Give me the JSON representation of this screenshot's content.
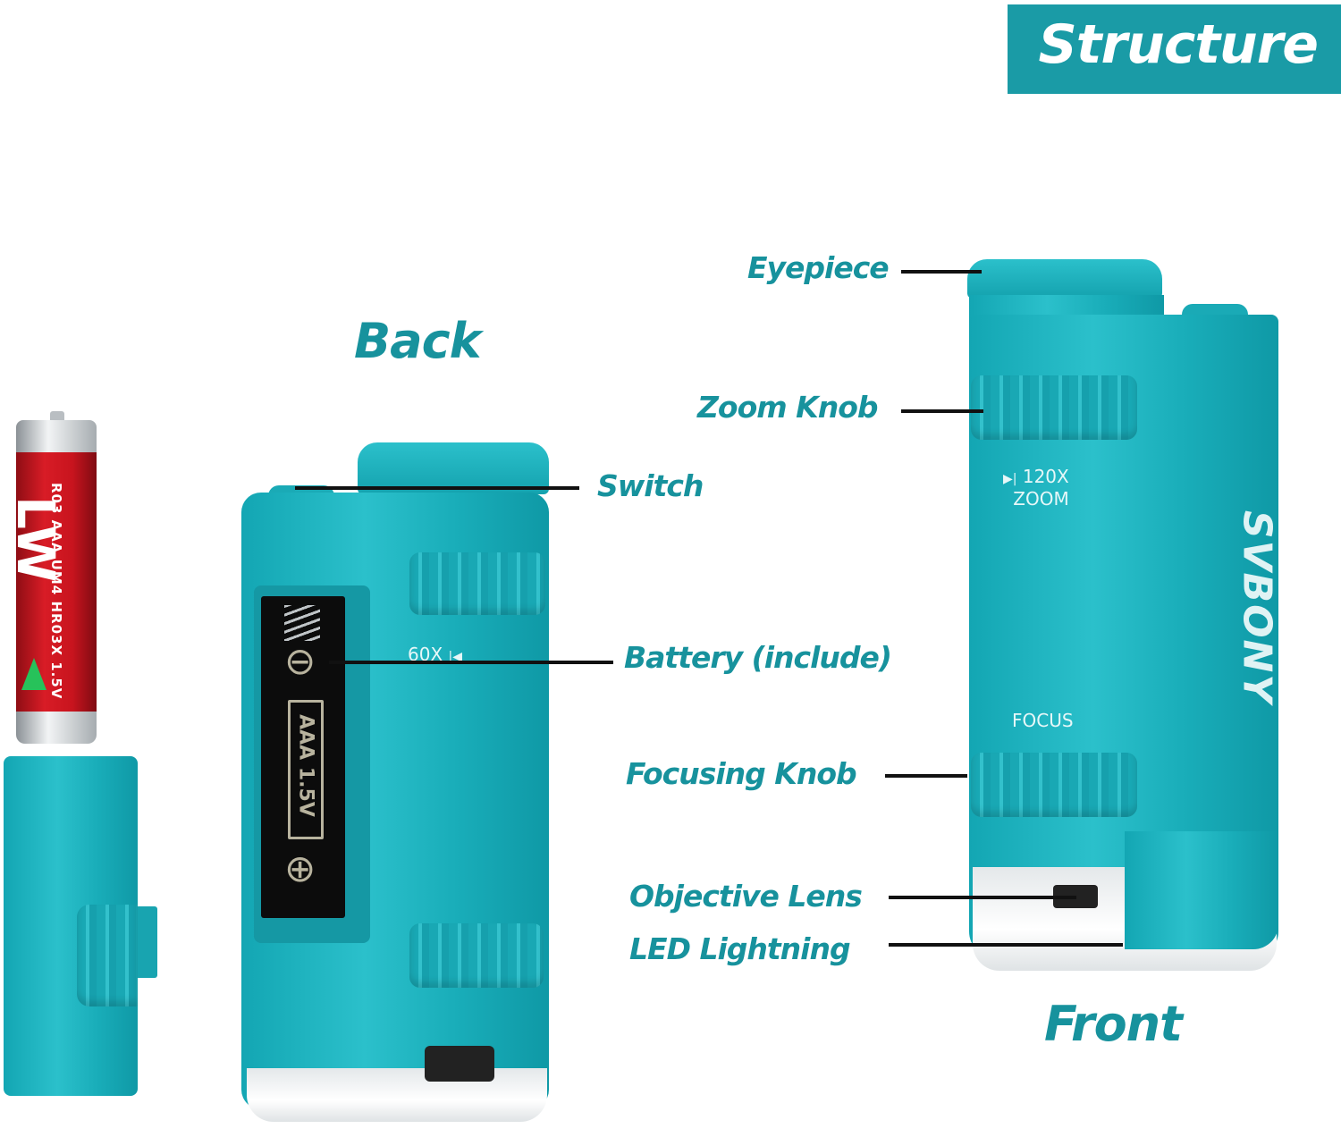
{
  "title": "Structure",
  "views": {
    "back": {
      "heading": "Back",
      "labels": [
        {
          "name": "switch",
          "text": "Switch"
        },
        {
          "name": "battery",
          "text": "Battery (include)"
        }
      ],
      "printed_marks": {
        "magnification": "60X",
        "battery_spec": "AAA 1.5V",
        "minus": "⊖",
        "plus": "⊕"
      }
    },
    "front": {
      "heading": "Front",
      "labels": [
        {
          "name": "eyepiece",
          "text": "Eyepiece"
        },
        {
          "name": "zoom-knob",
          "text": "Zoom Knob"
        },
        {
          "name": "focusing-knob",
          "text": "Focusing Knob"
        },
        {
          "name": "objective-lens",
          "text": "Objective Lens"
        },
        {
          "name": "led-lightning",
          "text": "LED Lightning"
        }
      ],
      "printed_marks": {
        "zoom_range": "120X",
        "zoom_word": "ZOOM",
        "focus_word": "FOCUS",
        "brand": "SVBONY"
      }
    }
  },
  "battery_cell": {
    "text": "R03 AAA UM4 HR03X 1.5V",
    "brand_mark": "LW"
  },
  "colors": {
    "accent": "#17929d",
    "title_bg": "#1a9ba6",
    "device": "#1eb1bd",
    "battery_red": "#c8141e"
  }
}
